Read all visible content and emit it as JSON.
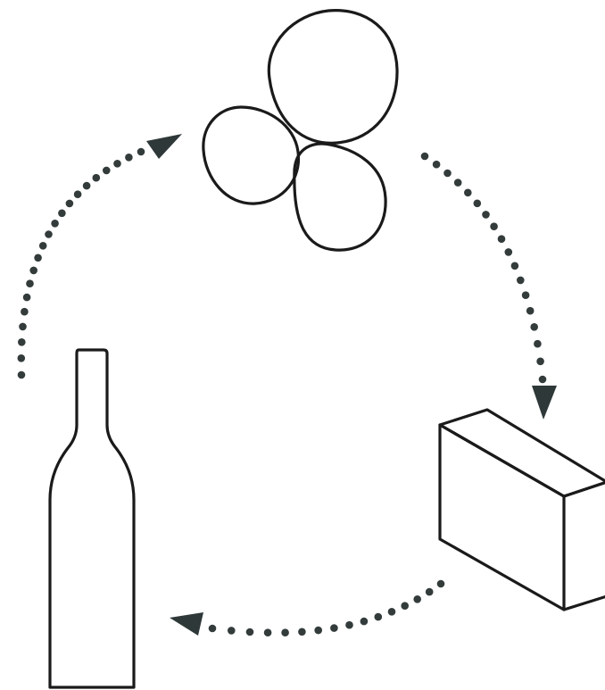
{
  "diagram": {
    "description_free": true,
    "nodes": [
      {
        "id": "stones",
        "icon": "stones-icon"
      },
      {
        "id": "box",
        "icon": "box-icon"
      },
      {
        "id": "bottle",
        "icon": "bottle-icon"
      }
    ],
    "edges": [
      {
        "from": "stones",
        "to": "box"
      },
      {
        "from": "box",
        "to": "bottle"
      },
      {
        "from": "bottle",
        "to": "stones"
      }
    ],
    "colors": {
      "outline": "#1a1a1a",
      "dots": "#333b3b",
      "arrowhead": "#2f3838",
      "background": "#ffffff"
    }
  }
}
